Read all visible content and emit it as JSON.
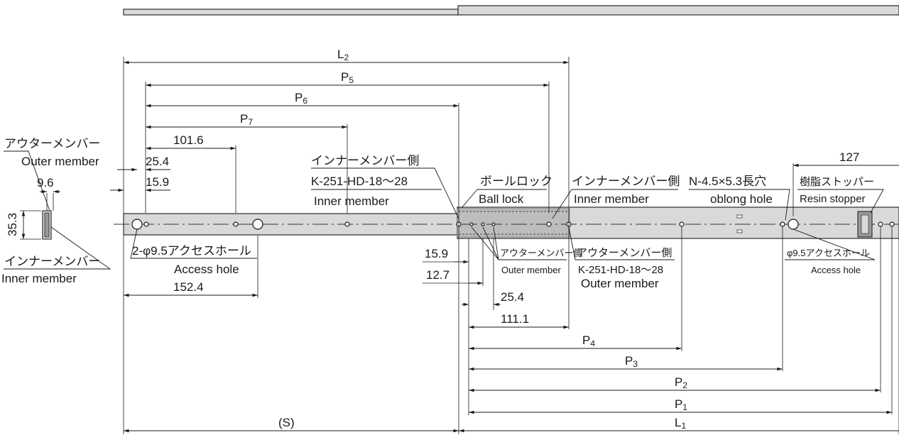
{
  "colors": {
    "rail_fill": "#d9d9d9",
    "rail_dark": "#9a9a9a",
    "line": "#1a1a1a",
    "background": "#ffffff"
  },
  "dimensions": {
    "L2": "L2",
    "P5": "P5",
    "P6": "P6",
    "P7": "P7",
    "d101_6": "101.6",
    "d25_4_top": "25.4",
    "d15_9_top": "15.9",
    "d9_6": "9.6",
    "d35_3": "35.3",
    "d152_4": "152.4",
    "d15_9_bottom": "15.9",
    "d12_7": "12.7",
    "d25_4_bottom": "25.4",
    "d111_1": "111.1",
    "d127": "127",
    "P4": "P4",
    "P3": "P3",
    "P2": "P2",
    "P1": "P1",
    "S": "(S)",
    "L1": "L1"
  },
  "labels": {
    "outer_member_jp": "アウターメンバー",
    "outer_member_en": "Outer member",
    "inner_member_left_jp": "インナーメンバー",
    "inner_member_left_en": "Inner member",
    "inner_side_jp": "インナーメンバー側",
    "inner_side_code": "K-251-HD-18～28",
    "inner_side_en": "Inner member",
    "ball_lock_jp": "ボールロック",
    "ball_lock_en": "Ball lock",
    "inner_side2_jp": "インナーメンバー側",
    "inner_side2_en": "Inner member",
    "oblong_jp": "N-4.5×5.3長穴",
    "oblong_en": "oblong hole",
    "resin_jp": "樹脂ストッパー",
    "resin_en": "Resin stopper",
    "access_left_jp": "2-φ9.5アクセスホール",
    "access_left_en": "Access hole",
    "outer_side_a_jp": "アウターメンバー側",
    "outer_side_a_en": "Outer member",
    "outer_side_b_jp": "アウターメンバー側",
    "outer_side_b_code": "K-251-HD-18～28",
    "outer_side_b_en": "Outer member",
    "access_right_jp": "φ9.5アクセスホール",
    "access_right_en": "Access hole"
  }
}
